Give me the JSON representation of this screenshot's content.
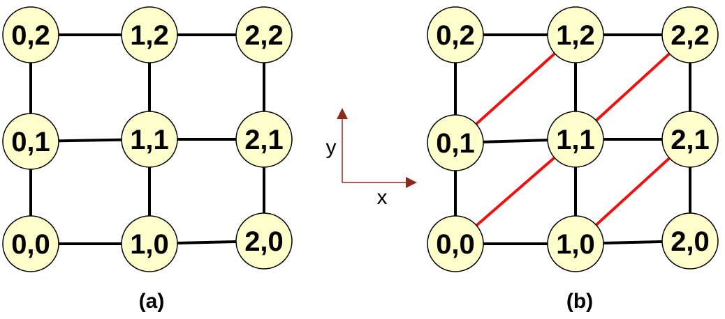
{
  "colors": {
    "node_fill": "#ffffcc",
    "node_stroke": "#000000",
    "edge": "#000000",
    "diagonal_edge": "#ee1111",
    "axis": "#8b2a1e"
  },
  "axes": {
    "x_label": "x",
    "y_label": "y"
  },
  "panels": [
    {
      "caption": "(a)",
      "nodes": [
        {
          "id": "0,0",
          "label": "0,0"
        },
        {
          "id": "1,0",
          "label": "1,0"
        },
        {
          "id": "2,0",
          "label": "2,0"
        },
        {
          "id": "0,1",
          "label": "0,1"
        },
        {
          "id": "1,1",
          "label": "1,1"
        },
        {
          "id": "2,1",
          "label": "2,1"
        },
        {
          "id": "0,2",
          "label": "0,2"
        },
        {
          "id": "1,2",
          "label": "1,2"
        },
        {
          "id": "2,2",
          "label": "2,2"
        }
      ],
      "edges": [
        [
          "0,0",
          "1,0"
        ],
        [
          "1,0",
          "2,0"
        ],
        [
          "0,1",
          "1,1"
        ],
        [
          "1,1",
          "2,1"
        ],
        [
          "0,2",
          "1,2"
        ],
        [
          "1,2",
          "2,2"
        ],
        [
          "0,0",
          "0,1"
        ],
        [
          "0,1",
          "0,2"
        ],
        [
          "1,0",
          "1,1"
        ],
        [
          "1,1",
          "1,2"
        ],
        [
          "2,0",
          "2,1"
        ],
        [
          "2,1",
          "2,2"
        ]
      ],
      "diagonal_edges": []
    },
    {
      "caption": "(b)",
      "nodes": [
        {
          "id": "0,0",
          "label": "0,0"
        },
        {
          "id": "1,0",
          "label": "1,0"
        },
        {
          "id": "2,0",
          "label": "2,0"
        },
        {
          "id": "0,1",
          "label": "0,1"
        },
        {
          "id": "1,1",
          "label": "1,1"
        },
        {
          "id": "2,1",
          "label": "2,1"
        },
        {
          "id": "0,2",
          "label": "0,2"
        },
        {
          "id": "1,2",
          "label": "1,2"
        },
        {
          "id": "2,2",
          "label": "2,2"
        }
      ],
      "edges": [
        [
          "0,0",
          "1,0"
        ],
        [
          "1,0",
          "2,0"
        ],
        [
          "0,1",
          "1,1"
        ],
        [
          "1,1",
          "2,1"
        ],
        [
          "0,2",
          "1,2"
        ],
        [
          "1,2",
          "2,2"
        ],
        [
          "0,0",
          "0,1"
        ],
        [
          "0,1",
          "0,2"
        ],
        [
          "1,0",
          "1,1"
        ],
        [
          "1,1",
          "1,2"
        ],
        [
          "2,0",
          "2,1"
        ],
        [
          "2,1",
          "2,2"
        ]
      ],
      "diagonal_edges": [
        [
          "0,0",
          "1,1"
        ],
        [
          "1,0",
          "2,1"
        ],
        [
          "0,1",
          "1,2"
        ],
        [
          "1,1",
          "2,2"
        ]
      ]
    }
  ]
}
